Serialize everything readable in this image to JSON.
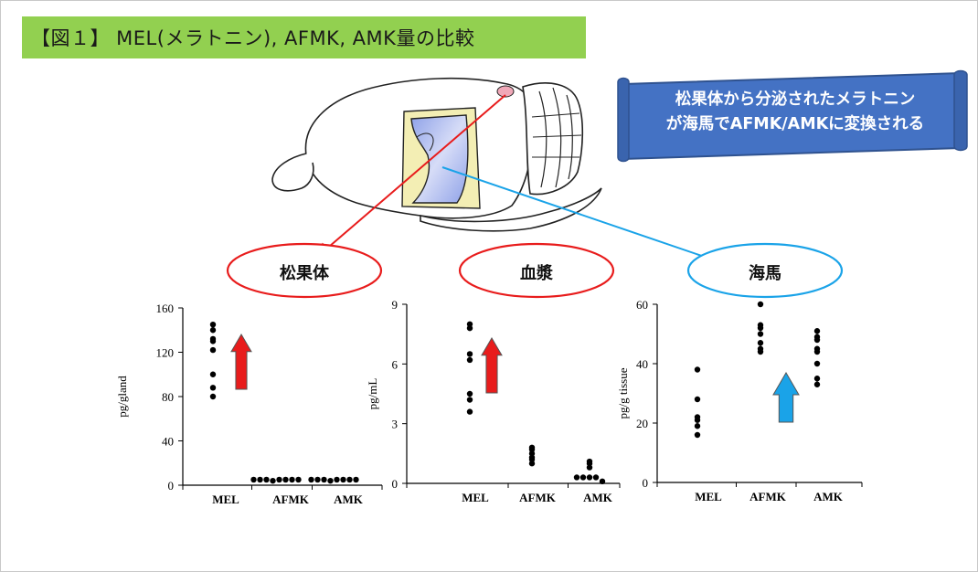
{
  "slide": {
    "title": "【図１】 MEL(メラトニン), AFMK, AMK量の比較",
    "banner_text_lines": [
      "松果体から分泌されたメラトニン",
      "が海馬でAFMK/AMKに変換される"
    ],
    "colors": {
      "title_bg": "#92d050",
      "banner_bg": "#4472c4",
      "pineal": "#e81c1c",
      "hippocampus": "#1aa3e8",
      "arrow_up": "#e81c1c",
      "arrow_up_blue": "#1aa3e8",
      "hippo_fill": "#a9b8ef",
      "frame_fill": "#f3eeb4"
    }
  },
  "regions": [
    {
      "label": "松果体",
      "color": "#e81c1c"
    },
    {
      "label": "血漿",
      "color": "#e81c1c"
    },
    {
      "label": "海馬",
      "color": "#1aa3e8"
    }
  ],
  "chart_data": [
    {
      "type": "scatter",
      "region": "松果体",
      "ylabel": "pg/gland",
      "categories": [
        "MEL",
        "AFMK",
        "AMK"
      ],
      "ylim": [
        0,
        160
      ],
      "yticks": [
        0,
        40,
        80,
        120,
        160
      ],
      "points": {
        "MEL": [
          145,
          140,
          132,
          130,
          122,
          100,
          88,
          80
        ],
        "AFMK": [
          5,
          5,
          5,
          4,
          5,
          5,
          5,
          5
        ],
        "AMK": [
          5,
          5,
          5,
          4,
          5,
          5,
          5,
          5
        ]
      },
      "indicator": {
        "direction": "up",
        "color": "#e81c1c"
      }
    },
    {
      "type": "scatter",
      "region": "血漿",
      "ylabel": "pg/mL",
      "categories": [
        "MEL",
        "AFMK",
        "AMK"
      ],
      "ylim": [
        0,
        9
      ],
      "yticks": [
        0,
        3,
        6,
        9
      ],
      "points": {
        "MEL": [
          8.0,
          7.8,
          6.5,
          6.2,
          4.5,
          4.2,
          3.6
        ],
        "AFMK": [
          1.8,
          1.7,
          1.5,
          1.3,
          1.2,
          1.0
        ],
        "AMK": [
          1.1,
          1.0,
          0.8,
          0.3,
          0.3,
          0.3,
          0.3,
          0.1
        ]
      },
      "indicator": {
        "direction": "up",
        "color": "#e81c1c"
      }
    },
    {
      "type": "scatter",
      "region": "海馬",
      "ylabel": "pg/g tissue",
      "categories": [
        "MEL",
        "AFMK",
        "AMK"
      ],
      "ylim": [
        0,
        60
      ],
      "yticks": [
        0,
        20,
        40,
        60
      ],
      "points": {
        "MEL": [
          38,
          28,
          22,
          21,
          19,
          16
        ],
        "AFMK": [
          60,
          53,
          52,
          50,
          47,
          45,
          44
        ],
        "AMK": [
          51,
          49,
          48,
          45,
          44,
          40,
          35,
          33
        ]
      },
      "indicator": {
        "direction": "up",
        "color": "#1aa3e8"
      }
    }
  ]
}
